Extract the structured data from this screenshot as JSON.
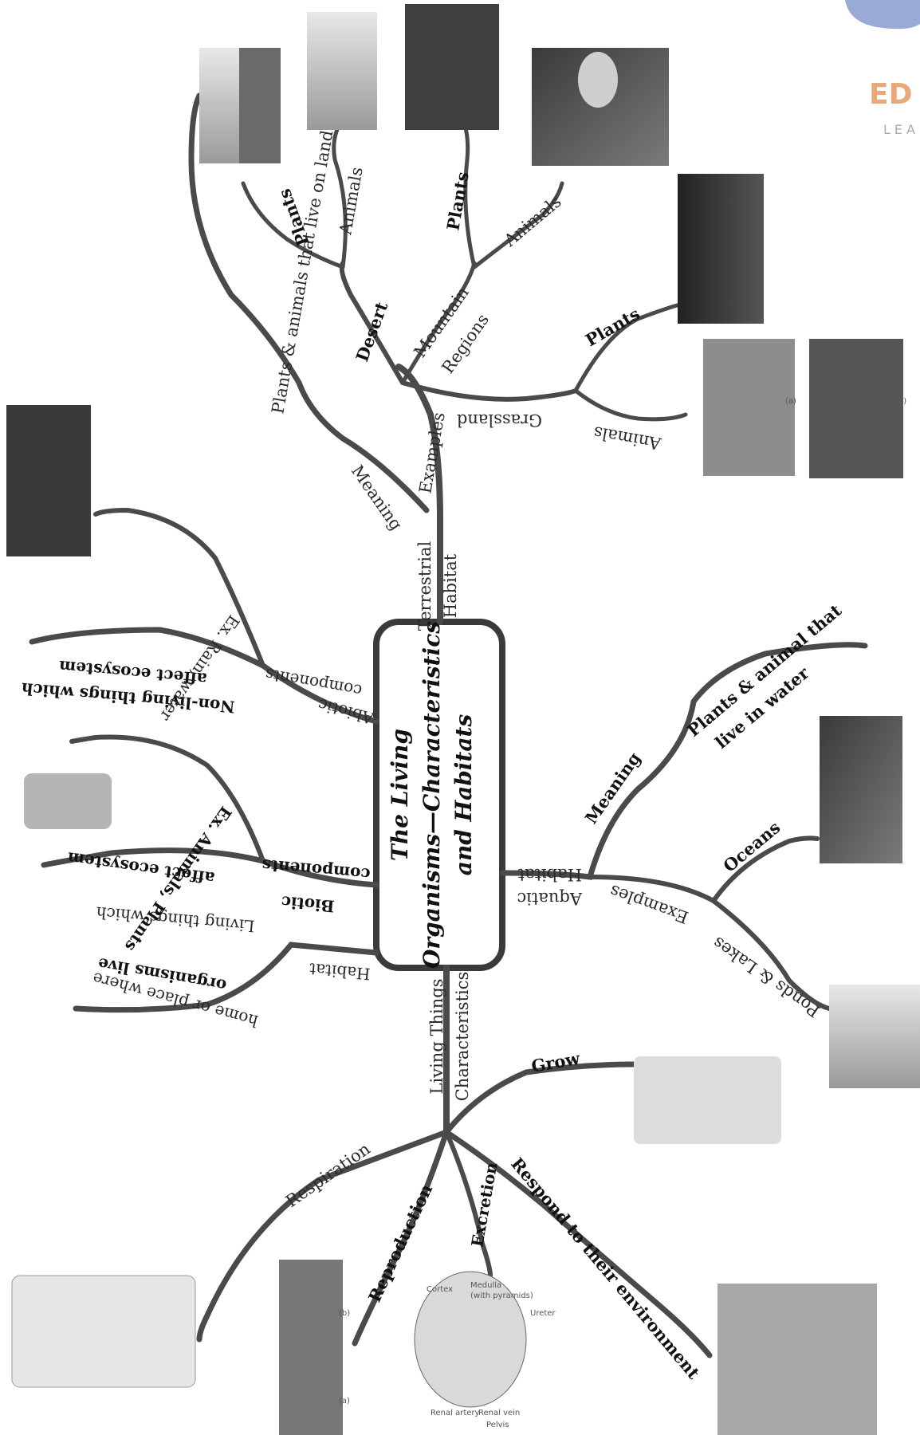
{
  "logo": {
    "text": "ED",
    "subtext": "LEA",
    "color": "#e9a77a",
    "blob_color": "#9aaad6"
  },
  "center": {
    "line1": "The Living",
    "line2": "Organisms—Characteristics",
    "line3": "and Habitats"
  },
  "terrestrial": {
    "label1": "Terrestrial",
    "label2": "Habitat",
    "meaning": "Meaning",
    "meaning_text": "Plants & animals that live on land",
    "examples": "Examples",
    "desert": "Desert",
    "desert_plants": "Plants",
    "desert_animals": "Animals",
    "mountain1": "Mountain",
    "mountain2": "Regions",
    "mountain_plants": "Plants",
    "mountain_animals": "Animals",
    "grassland": "Grassland",
    "grassland_plants": "Plants",
    "grassland_animals": "Animals",
    "photo_tag_a": "(a)",
    "photo_tag_b": "(b)"
  },
  "habitat": {
    "label": "Habitat",
    "text1": "home or place where",
    "text2": "organisms live"
  },
  "biotic": {
    "label1": "Biotic",
    "label2": "components",
    "text1": "Living things which",
    "text2": "affect ecosystem",
    "example": "Ex. Animals, Plants"
  },
  "abiotic": {
    "label1": "Abiotic",
    "label2": "components",
    "text1": "Non-living things which",
    "text2": "affect ecosystem",
    "example": "Ex. Rain, water"
  },
  "aquatic": {
    "label1": "Aquatic",
    "label2": "Habitat",
    "meaning": "Meaning",
    "meaning_text1": "Plants & animal that",
    "meaning_text2": "live in water",
    "examples": "Examples",
    "oceans": "Oceans",
    "ponds": "Ponds & Lakes"
  },
  "characteristics": {
    "label1": "Living Things",
    "label2": "Characteristics",
    "grow": "Grow",
    "respiration": "Respiration",
    "reproduction": "Reproduction",
    "excretion": "Excretion",
    "respond": "Respond to their environment",
    "kidney_cortex": "Cortex",
    "kidney_medulla1": "Medulla",
    "kidney_medulla2": "(with pyramids)",
    "kidney_ureter": "Ureter",
    "kidney_artery": "Renal artery",
    "kidney_vein": "Renal vein",
    "kidney_pelvis": "Pelvis",
    "tag_a": "(a)",
    "tag_b": "(b)"
  }
}
